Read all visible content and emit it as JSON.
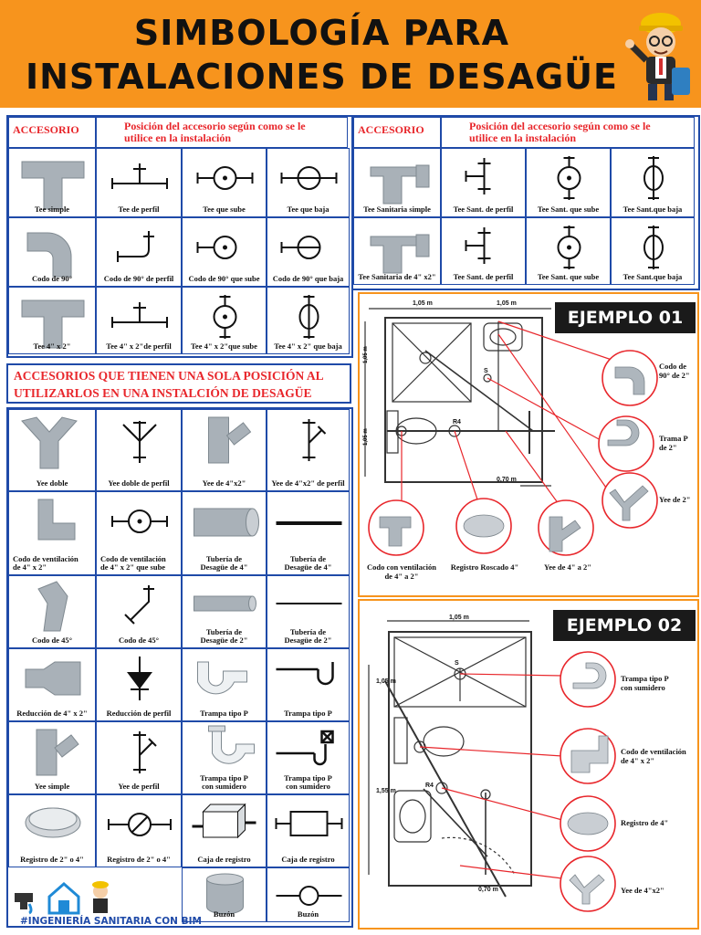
{
  "title": {
    "line1": "SIMBOLOGÍA PARA",
    "line2": "INSTALACIONES DE DESAGÜE"
  },
  "table_headers": {
    "accesorio": "ACCESORIO",
    "posicion_line1": "Posición del accesorio según como se le",
    "posicion_line2": "utilice en la instalación"
  },
  "left_grid": [
    [
      "Tee simple",
      "Tee de perfil",
      "Tee que sube",
      "Tee que baja"
    ],
    [
      "Codo de 90°",
      "Codo de 90° de perfil",
      "Codo de 90° que sube",
      "Codo de 90° que baja"
    ],
    [
      "Tee 4\" x 2\"",
      "Tee 4\" x 2\"de perfil",
      "Tee 4\" x 2\"que sube",
      "Tee 4\" x 2\" que baja"
    ]
  ],
  "right_grid": [
    [
      "Tee Sanitaria simple",
      "Tee Sant. de perfil",
      "Tee Sant. que sube",
      "Tee Sant.que baja"
    ],
    [
      "Tee Sanitaria de 4\" x2\"",
      "Tee Sant. de perfil",
      "Tee Sant. que sube",
      "Tee Sant.que baja"
    ]
  ],
  "single_position": {
    "title_line1": "ACCESORIOS QUE TIENEN UNA SOLA POSICIÓN AL",
    "title_line2": "UTILIZARLOS EN UNA INSTALCIÓN DE DESAGÜE",
    "rows": [
      [
        [
          "Yee doble"
        ],
        [
          "Yee doble de perfil"
        ],
        [
          "Yee de 4\"x2\""
        ],
        [
          "Yee de 4\"x2\" de perfil"
        ]
      ],
      [
        [
          "Codo de ventilación",
          "de 4\" x 2\""
        ],
        [
          "Codo de ventilación",
          "de 4\" x 2\" que sube"
        ],
        [
          "Tubería de",
          "Desagüe de 4\""
        ],
        [
          "Tubería de",
          "Desagüe de 4\""
        ]
      ],
      [
        [
          "Codo de 45°"
        ],
        [
          "Codo de 45°"
        ],
        [
          "Tubería de",
          "Desagüe de 2\""
        ],
        [
          "Tubería de",
          "Desagüe de 2\""
        ]
      ],
      [
        [
          "Reducción de 4\" x 2\""
        ],
        [
          "Reducción de perfil"
        ],
        [
          "Trampa tipo P"
        ],
        [
          "Trampa tipo P"
        ]
      ],
      [
        [
          "Yee simple"
        ],
        [
          "Yee de perfil"
        ],
        [
          "Trampa tipo P",
          "con sumidero"
        ],
        [
          "Trampa tipo P",
          "con sumidero"
        ]
      ],
      [
        [
          "Registro de 2\" o 4\""
        ],
        [
          "Registro de 2\" o 4\""
        ],
        [
          "Caja de registro"
        ],
        [
          "Caja de registro"
        ]
      ],
      [
        [
          ""
        ],
        [
          ""
        ],
        [
          "Buzón"
        ],
        [
          "Buzón"
        ]
      ]
    ]
  },
  "example1": {
    "tag": "EJEMPLO 01",
    "dim_top_left": "1,05 m",
    "dim_top_right": "1,05 m",
    "dim_side_top": "1,05 m",
    "dim_side_bottom": "1,05 m",
    "dim_bottom": "0,70 m",
    "mark_r4": "R4",
    "mark_s": "S",
    "callouts": [
      "Codo de 90° de 2\"",
      "Trama P de 2\"",
      "Yee de 2\""
    ],
    "bottom_labels": [
      [
        "Codo con ventilación",
        "de 4\" a 2\""
      ],
      [
        "Registro Roscado 4\""
      ],
      [
        "Yee de 4\" a 2\""
      ]
    ]
  },
  "example2": {
    "tag": "EJEMPLO 02",
    "dim_top": "1,05 m",
    "dim_side_top": "1,05 m",
    "dim_side_bottom": "1,55 m",
    "dim_bottom": "0,70 m",
    "mark_r4": "R4",
    "mark_s": "S",
    "callouts": [
      [
        "Trampa tipo P",
        "con sumidero"
      ],
      [
        "Codo de ventilación",
        "de 4\" x 2\""
      ],
      [
        "Registro de 4\""
      ],
      [
        "Yee de 4\"x2\""
      ]
    ]
  },
  "footer": "#INGENIERÍA SANITARIA CON BIM",
  "colors": {
    "header": "#f7941d",
    "border": "#1f4aa8",
    "accent": "#e8262b",
    "pipe_gray": "#a9b1b8",
    "callout_red": "#e8262b"
  }
}
